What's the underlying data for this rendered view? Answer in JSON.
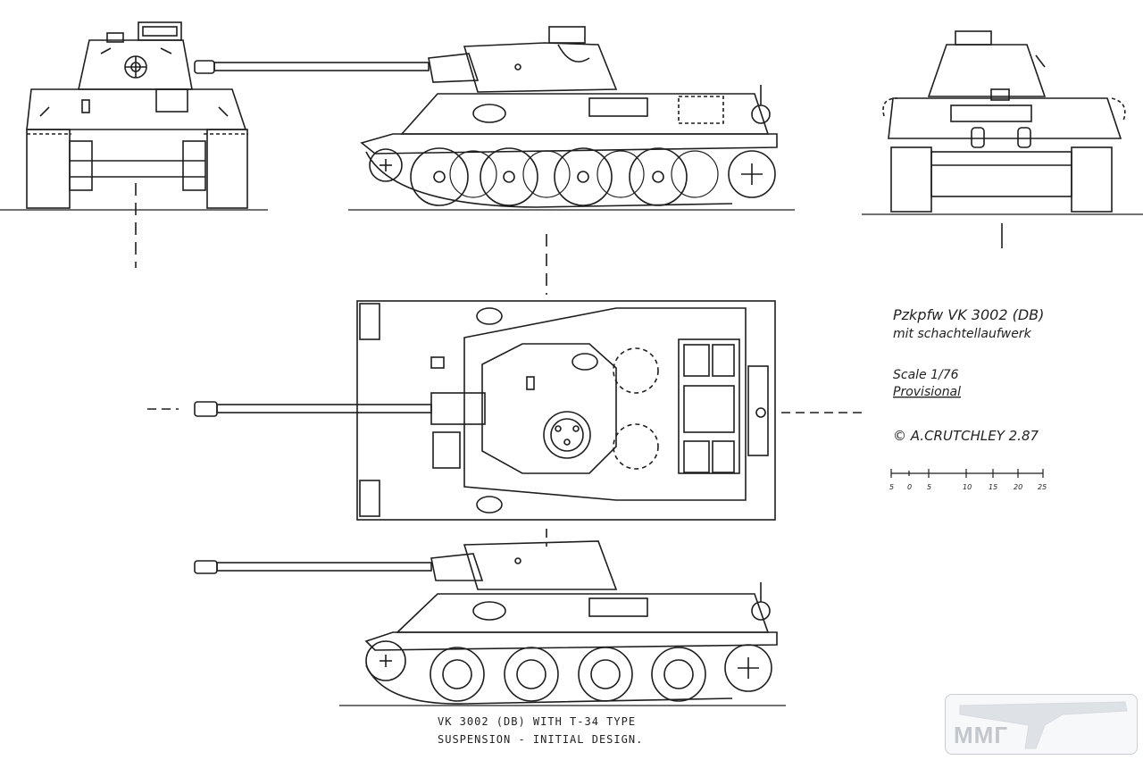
{
  "title": {
    "line1": "Pzkpfw VK 3002 (DB)",
    "line2": "mit schachtellaufwerk"
  },
  "scale": {
    "label": "Scale 1/76",
    "status": "Provisional"
  },
  "author": "© A.CRUTCHLEY 2.87",
  "scale_bar_ticks": [
    "5",
    "0",
    "5",
    "10",
    "15",
    "20",
    "25"
  ],
  "caption": {
    "line1": "VK 3002 (DB) WITH T-34 TYPE",
    "line2": "SUSPENSION - INITIAL DESIGN."
  },
  "watermark": "ММГ"
}
